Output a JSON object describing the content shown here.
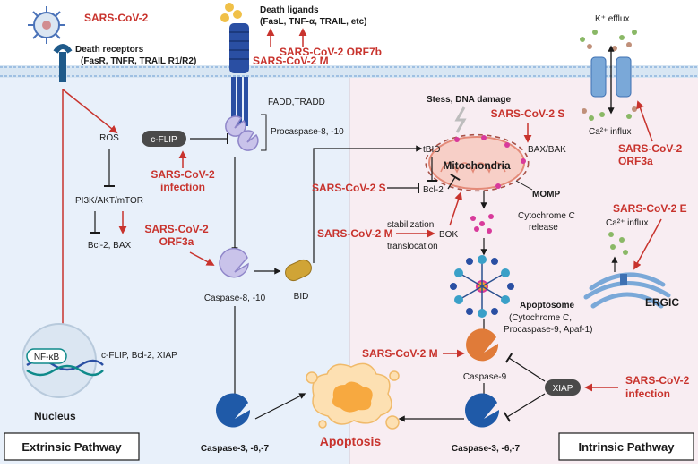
{
  "virus": {
    "label": "SARS-CoV-2"
  },
  "receptors": {
    "label_line1": "Death  receptors",
    "label_line2": "(FasR, TNFR, TRAIL R1/R2)"
  },
  "ligands": {
    "label_line1": "Death ligands",
    "label_line2": "(FasL, TNF-α, TRAIL, etc)"
  },
  "viral_factors": {
    "orf7b": "SARS-CoV-2 ORF7b",
    "m_top": "SARS-CoV-2 M",
    "infection_left_1": "SARS-CoV-2",
    "infection_left_2": "infection",
    "orf3a_left_1": "SARS-CoV-2",
    "orf3a_left_2": "ORF3a",
    "s_top": "SARS-CoV-2 S",
    "s_mid": "SARS-CoV-2 S",
    "m_mid": "SARS-CoV-2 M",
    "orf3a_right_1": "SARS-CoV-2",
    "orf3a_right_2": "ORF3a",
    "e_right": "SARS-CoV-2 E",
    "m_bottom": "SARS-CoV-2 M",
    "infection_right_1": "SARS-CoV-2",
    "infection_right_2": "infection"
  },
  "extrinsic": {
    "fadd": "FADD,TRADD",
    "procaspase": "Procaspase-8, -10",
    "cflip": "c-FLIP",
    "ros": "ROS",
    "pi3k": "PI3K/AKT/mTOR",
    "bcl2_bax": "Bcl-2, BAX",
    "caspase8": "Caspase-8, -10",
    "bid": "BID",
    "nfkb": "NF-κB",
    "nfkb_targets": "c-FLIP, Bcl-2, XIAP",
    "nucleus": "Nucleus",
    "caspase3_left": "Caspase-3, -6,-7",
    "pathway": "Extrinsic Pathway"
  },
  "center": {
    "apoptosis": "Apoptosis"
  },
  "intrinsic": {
    "stress": "Stess, DNA damage",
    "bax_bak": "BAX/BAK",
    "tbid": "tBID",
    "bcl2": "Bcl-2",
    "mitochondria": "Mitochondria",
    "momp": "MOMP",
    "cytc_1": "Cytochrome C",
    "cytc_2": "release",
    "stabilization": "stabilization",
    "translocation": "translocation",
    "bok": "BOK",
    "apoptosome": "Apoptosome",
    "apoptosome_d1": "(Cytochrome C,",
    "apoptosome_d2": "Procaspase-9, Apaf-1)",
    "caspase9": "Caspase-9",
    "xiap": "XIAP",
    "caspase3_right": "Caspase-3, -6,-7",
    "k_efflux": "K⁺ efflux",
    "ca_influx_top": "Ca²⁺ influx",
    "ca_influx_ergic": "Ca²⁺ influx",
    "ergic": "ERGIC",
    "pathway": "Intrinsic Pathway"
  },
  "colors": {
    "viral_red": "#c8332d",
    "extrinsic_bg": "#e8f0fa",
    "intrinsic_bg": "#f8edf2",
    "caspase_blue": "#1f5aa8",
    "procaspase_purple": "#8f86c9"
  }
}
